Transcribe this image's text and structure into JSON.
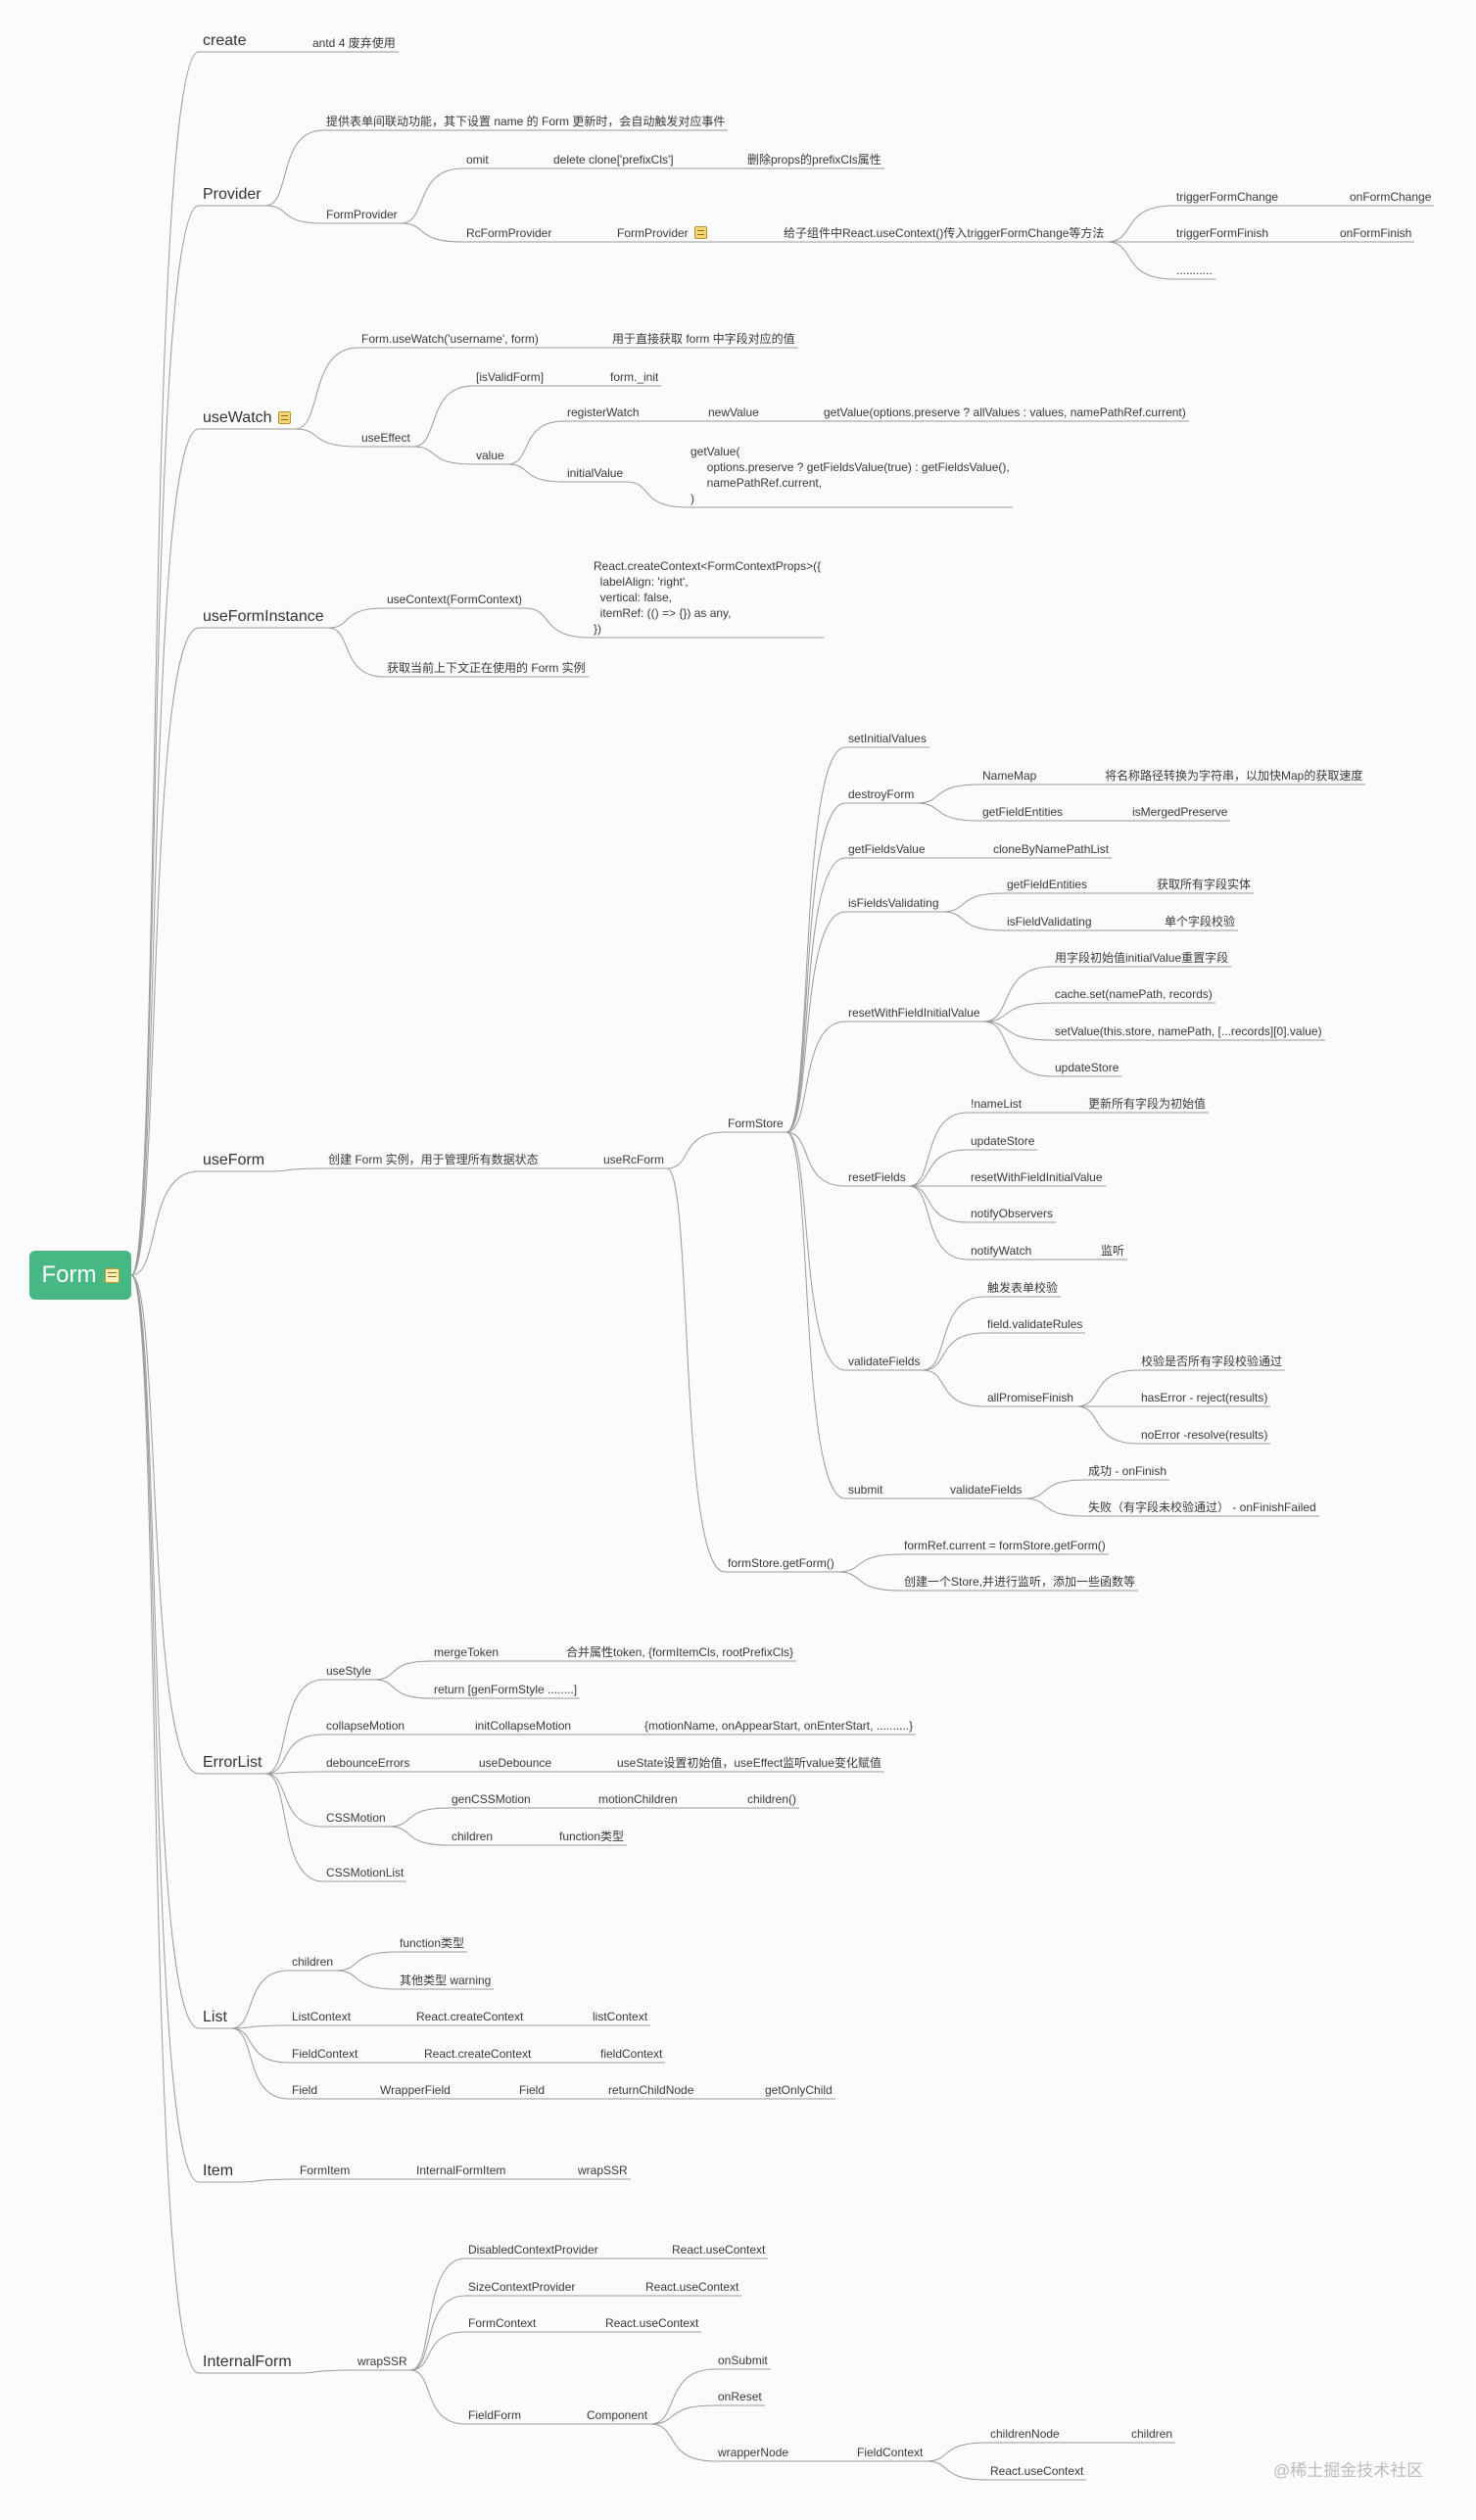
{
  "root": {
    "label": "Form"
  },
  "nodes": {
    "create": "create",
    "create_1": "antd 4 废弃使用",
    "provider": "Provider",
    "provider_1": "提供表单间联动功能，其下设置 name 的 Form 更新时，会自动触发对应事件",
    "formprovider": "FormProvider",
    "omit": "omit",
    "delete_clone": "delete clone['prefixCls']",
    "delete_props": "删除props的prefixCls属性",
    "rcformprovider": "RcFormProvider",
    "formprovider2": "FormProvider",
    "provider_desc": "给子组件中React.useContext()传入triggerFormChange等方法",
    "triggerformchange": "triggerFormChange",
    "onformchange": "onFormChange",
    "triggerformfinish": "triggerFormFinish",
    "onformfinish": "onFormFinish",
    "dots": "...........",
    "usewatch": "useWatch",
    "form_usewatch": "Form.useWatch('username', form)",
    "usewatch_desc": "用于直接获取 form 中字段对应的值",
    "useeffect": "useEffect",
    "isvalidform": "[isValidForm]",
    "form_init": "form._init",
    "value": "value",
    "registerwatch": "registerWatch",
    "newvalue": "newValue",
    "getvalue_opts": "getValue(options.preserve ? allValues : values, namePathRef.current)",
    "initialvalue": "initialValue",
    "getvalue_block": "getValue(\n     options.preserve ? getFieldsValue(true) : getFieldsValue(),\n     namePathRef.current,\n)",
    "useforminstance": "useFormInstance",
    "usecontext": "useContext(FormContext)",
    "createcontext_block": "React.createContext<FormContextProps>({\n  labelAlign: 'right',\n  vertical: false,\n  itemRef: (() => {}) as any,\n})",
    "useforminstance_desc": "获取当前上下文正在使用的 Form 实例",
    "useform": "useForm",
    "useform_desc": "创建 Form 实例，用于管理所有数据状态",
    "usercform": "useRcForm",
    "formstore": "FormStore",
    "setinitialvalues": "setInitialValues",
    "destroyform": "destroyForm",
    "namemap": "NameMap",
    "namemap_desc": "将名称路径转换为字符串，以加快Map的获取速度",
    "getfieldentities": "getFieldEntities",
    "ismergedpreserve": "isMergedPreserve",
    "getfieldsvalue": "getFieldsValue",
    "clonebynamepathlist": "cloneByNamePathList",
    "isfieldsvalidating": "isFieldsValidating",
    "getfieldentities2": "getFieldEntities",
    "getfieldentities2_desc": "获取所有字段实体",
    "isfieldvalidating": "isFieldValidating",
    "isfieldvalidating_desc": "单个字段校验",
    "resetwithfieldinitialvalue": "resetWithFieldInitialValue",
    "reset_1": "用字段初始值initialValue重置字段",
    "reset_2": "cache.set(namePath, records)",
    "reset_3": "setValue(this.store, namePath, [...records][0].value)",
    "reset_4": "updateStore",
    "resetfields": "resetFields",
    "namelist": "!nameList",
    "namelist_desc": "更新所有字段为初始值",
    "updatestore": "updateStore",
    "resetwithfield2": "resetWithFieldInitialValue",
    "notifyobservers": "notifyObservers",
    "notifywatch": "notifyWatch",
    "notifywatch_desc": "监听",
    "validatefields": "validateFields",
    "trigger_validate": "触发表单校验",
    "field_validaterules": "field.validateRules",
    "allpromisefinish": "allPromiseFinish",
    "apf_1": "校验是否所有字段校验通过",
    "apf_2": "hasError - reject(results)",
    "apf_3": "noError -resolve(results)",
    "submit": "submit",
    "submit_validate": "validateFields",
    "submit_ok": "成功 - onFinish",
    "submit_fail": "失败（有字段未校验通过） - onFinishFailed",
    "formstore_getform": "formStore.getForm()",
    "getform_1": "formRef.current = formStore.getForm()",
    "getform_2": "创建一个Store,并进行监听，添加一些函数等",
    "errorlist": "ErrorList",
    "usestyle": "useStyle",
    "mergetoken": "mergeToken",
    "mergetoken_desc": "合并属性token, {formItemCls, rootPrefixCls}",
    "return_genformstyle": "return [genFormStyle ........]",
    "collapsemotion": "collapseMotion",
    "initcollapsemotion": "initCollapseMotion",
    "initcollapsemotion_desc": "{motionName, onAppearStart, onEnterStart, ..........}",
    "debounceerrors": "debounceErrors",
    "usedebounce": "useDebounce",
    "usedebounce_desc": "useState设置初始值，useEffect监听value变化赋值",
    "cssmotion": "CSSMotion",
    "gencssmotion": "genCSSMotion",
    "motionchildren": "motionChildren",
    "children_fn": "children()",
    "cssm_children": "children",
    "function_type": "function类型",
    "cssmotionlist": "CSSMotionList",
    "list": "List",
    "list_children": "children",
    "list_fn": "function类型",
    "list_other": "其他类型 warning",
    "listcontext": "ListContext",
    "rc_listcontext": "React.createContext",
    "listcontext2": "listContext",
    "fieldcontext": "FieldContext",
    "rc_fieldcontext": "React.createContext",
    "fieldcontext2": "fieldContext",
    "field": "Field",
    "wrapperfield": "WrapperField",
    "field2": "Field",
    "returnchildnode": "returnChildNode",
    "getonlychild": "getOnlyChild",
    "item": "Item",
    "formitem": "FormItem",
    "internalformitem": "InternalFormItem",
    "wrapssr": "wrapSSR",
    "internalform": "InternalForm",
    "wrapssr2": "wrapSSR",
    "disabledcontextprovider": "DisabledContextProvider",
    "uc1": "React.useContext",
    "sizecontextprovider": "SizeContextProvider",
    "uc2": "React.useContext",
    "formcontext": "FormContext",
    "uc3": "React.useContext",
    "fieldform": "FieldForm",
    "component": "Component",
    "onsubmit": "onSubmit",
    "onreset": "onReset",
    "wrappernode": "wrapperNode",
    "fieldcontext3": "FieldContext",
    "childrennode": "childrenNode",
    "children_final": "children",
    "uc4": "React.useContext"
  },
  "watermark": "@稀土掘金技术社区",
  "colors": {
    "root_bg": "#47b883",
    "line": "#9a9a9a",
    "note": "#f4d675"
  },
  "icons": {
    "note": "note-icon"
  }
}
